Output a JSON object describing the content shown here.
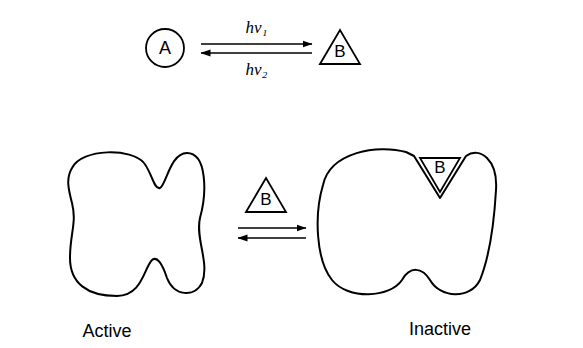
{
  "diagram": {
    "nodes": [
      {
        "text": [
          "A"
        ]
      },
      {
        "text": [
          "B"
        ]
      },
      {
        "text": [
          "Active"
        ]
      },
      {
        "text": [
          "B"
        ]
      },
      {
        "text": [
          "Inactive"
        ]
      },
      {
        "text": [
          "B"
        ],
        "in": 4
      }
    ],
    "edges": [
      {
        "from": 0,
        "to": 1,
        "arrow": "to",
        "label": "hν₁"
      },
      {
        "from": 1,
        "to": 0,
        "arrow": "to",
        "label": "hν₂"
      },
      {
        "from": 2,
        "to": 4,
        "arrow": "to"
      },
      {
        "from": 4,
        "to": 2,
        "arrow": "to"
      }
    ]
  }
}
